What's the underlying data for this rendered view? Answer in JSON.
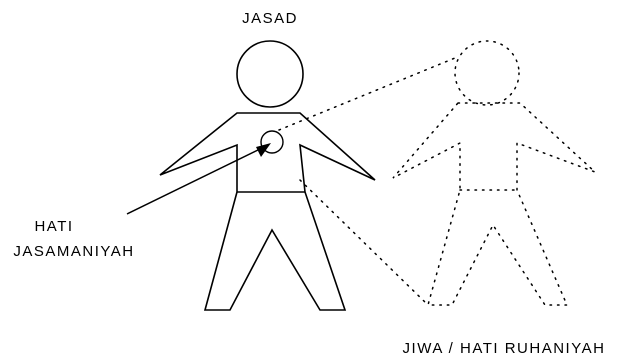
{
  "labels": {
    "top": "JASAD",
    "left_line1": "HATI",
    "left_line2": "JASAMANIYAH",
    "bottom_right": "JIWA / HATI RUHANIYAH"
  },
  "colors": {
    "stroke": "#000000",
    "background": "#ffffff"
  }
}
